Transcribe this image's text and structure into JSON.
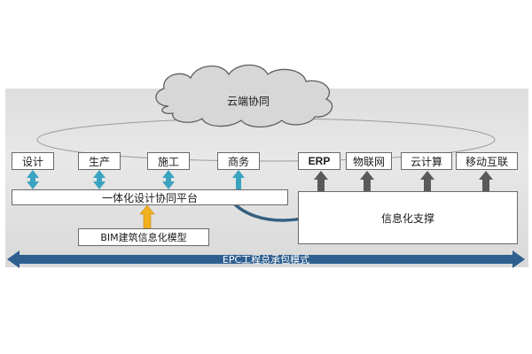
{
  "cloud": {
    "label": "云端协同"
  },
  "top_boxes": {
    "design": "设计",
    "production": "生产",
    "construction": "施工",
    "business": "商务",
    "erp": "ERP",
    "iot": "物联网",
    "cloud_computing": "云计算",
    "mobile_internet": "移动互联"
  },
  "platform": {
    "label": "一体化设计协同平台"
  },
  "bim": {
    "label": "BIM建筑信息化模型"
  },
  "info_support": {
    "label": "信息化支撑"
  },
  "epc": {
    "label": "EPC工程总承包模式"
  },
  "colors": {
    "teal_arrow": "#3aa3c0",
    "gray_arrow": "#5a5a5a",
    "orange_arrow": "#f0b020",
    "epc_bar": "#2e5f8f",
    "link_curve": "#355f80"
  }
}
